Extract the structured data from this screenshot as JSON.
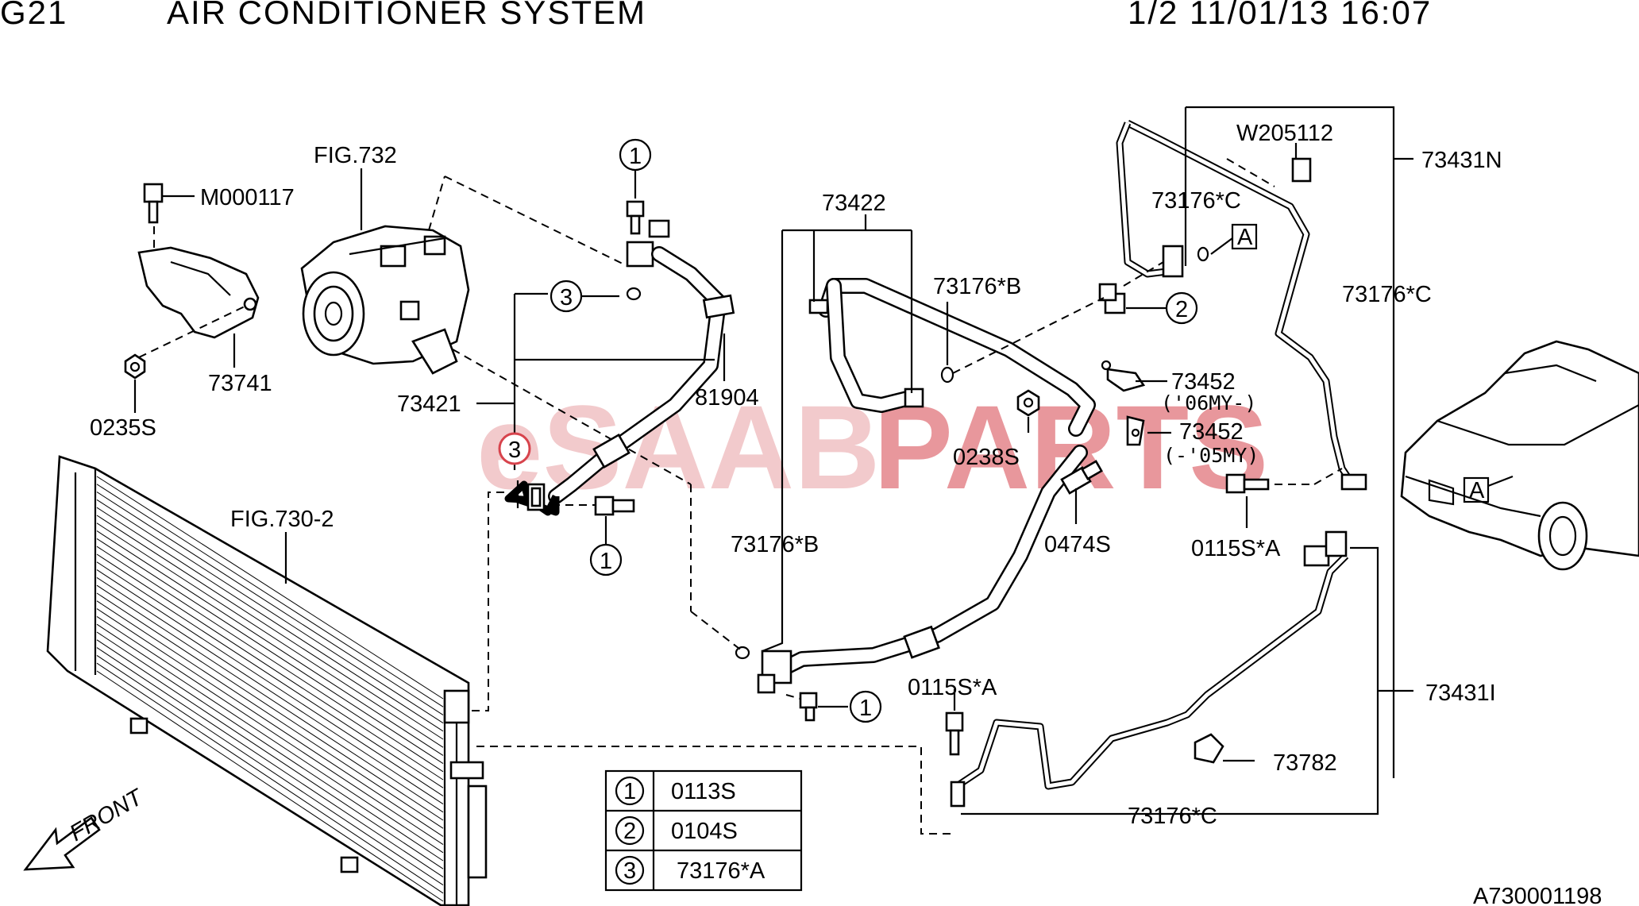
{
  "header": {
    "code": "G21",
    "title": "AIR CONDITIONER SYSTEM",
    "page_date": "1/2 11/01/13 16:07"
  },
  "watermark": {
    "part1": "eSAAB",
    "part2": "PARTS",
    "color1": "#e8a0a3",
    "color2": "#d7434c"
  },
  "labels": {
    "fig732": "FIG.732",
    "m000117": "M000117",
    "p73741": "73741",
    "p0235s": "0235S",
    "p73421": "73421",
    "p81904": "81904",
    "fig730": "FIG.730-2",
    "p73422": "73422",
    "p73176b_top": "73176*B",
    "p73176b_low": "73176*B",
    "p73176c_top": "73176*C",
    "p73176c_right": "73176*C",
    "p73176c_bottom": "73176*C",
    "w205112": "W205112",
    "p73431n": "73431N",
    "p73452a": "73452",
    "p73452a_note": "('06MY-)",
    "p73452b": "73452",
    "p73452b_note": "(-'05MY)",
    "p0238s": "0238S",
    "p0474s": "0474S",
    "p0115sa_right": "0115S*A",
    "p0115sa_mid": "0115S*A",
    "p73431i": "73431I",
    "p73782": "73782",
    "box_a": "A",
    "box_a_car": "A",
    "front": "FRONT",
    "ref_id": "A730001198"
  },
  "callouts": {
    "c1_top": "1",
    "c3_top": "3",
    "c3_red": "3",
    "c1_left": "1",
    "c2": "2",
    "c1_bottom": "1"
  },
  "legend": [
    {
      "num": "1",
      "part": "0113S"
    },
    {
      "num": "2",
      "part": "0104S"
    },
    {
      "num": "3",
      "part": "73176*A"
    }
  ]
}
